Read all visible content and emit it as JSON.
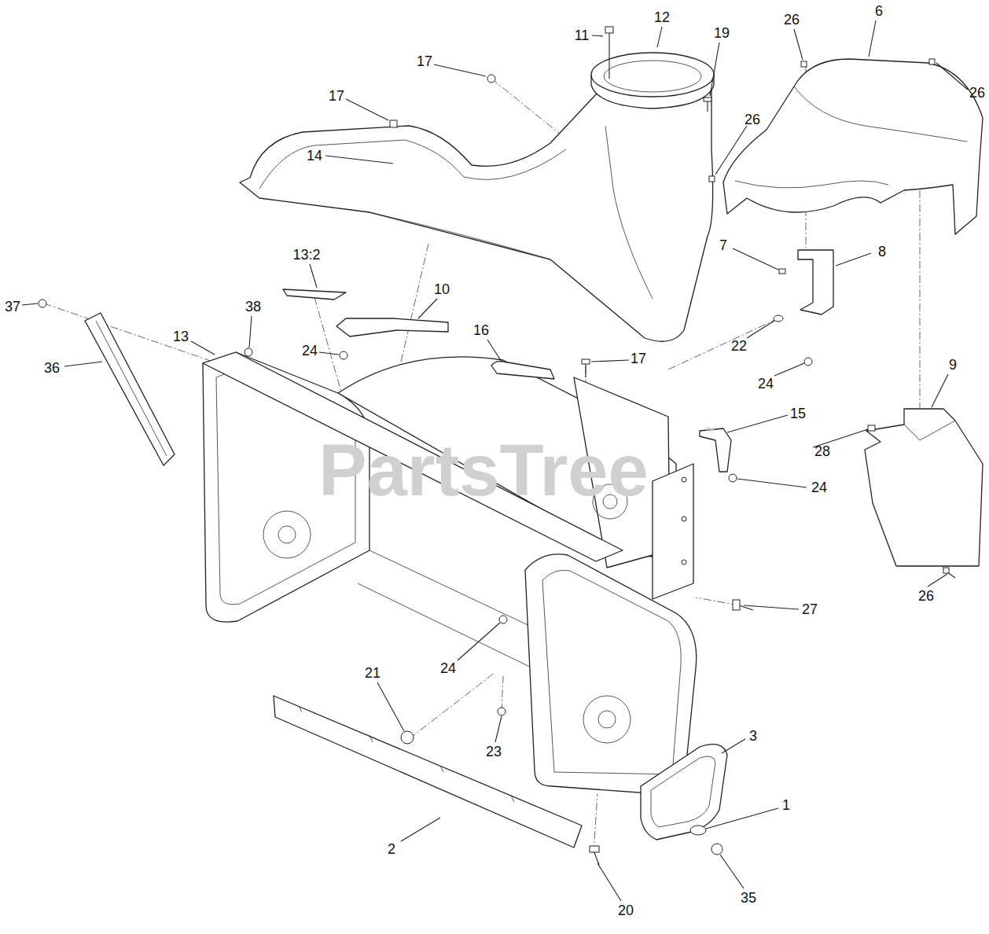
{
  "diagram": {
    "labels": [
      "11",
      "12",
      "17",
      "19",
      "26",
      "6",
      "26",
      "17",
      "14",
      "26",
      "7",
      "8",
      "13:2",
      "10",
      "37",
      "38",
      "16",
      "13",
      "24",
      "17",
      "22",
      "24",
      "36",
      "9",
      "15",
      "28",
      "24",
      "27",
      "26",
      "24",
      "21",
      "23",
      "3",
      "1",
      "2",
      "35",
      "20",
      "PartsTree",
      "™"
    ]
  }
}
